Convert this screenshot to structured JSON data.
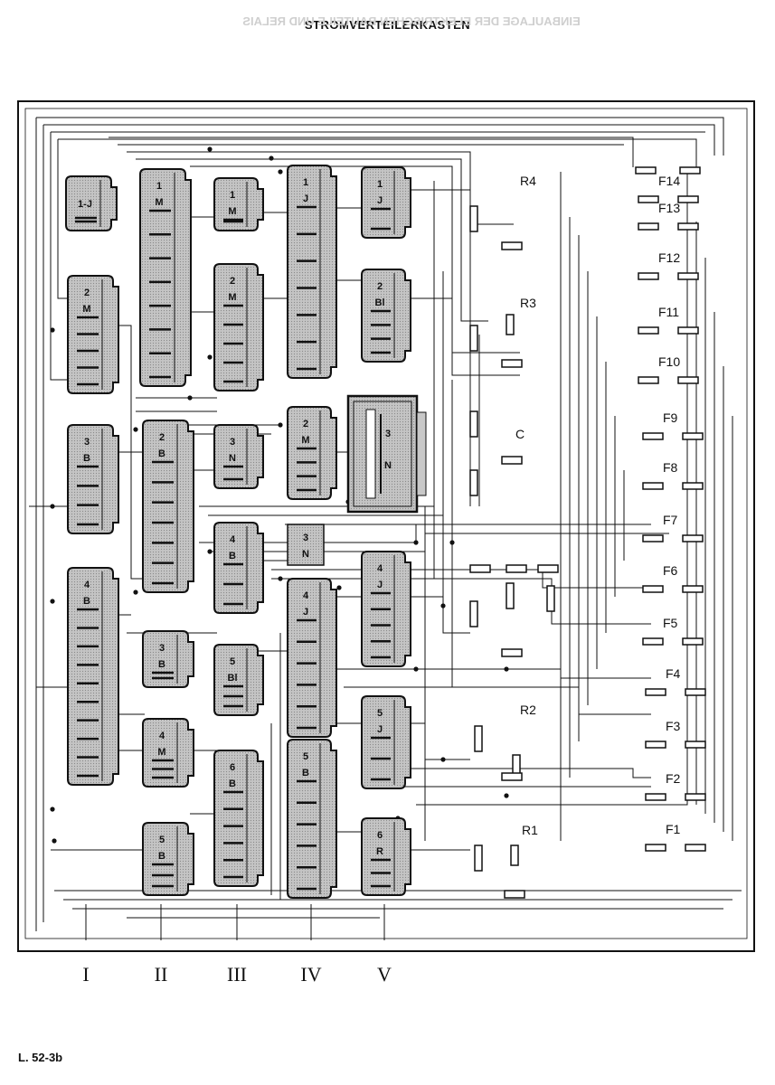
{
  "page": {
    "title": "STROMVERTEILERKASTEN",
    "footer": "L. 52-3b",
    "bleed_header": "EINBAULAGE DER ELEKTRISCHEN BAUTEILE UND RELAIS"
  },
  "connectors": [
    {
      "id": "1-J",
      "num": "1-J",
      "letter": ""
    },
    {
      "id": "2-M-left",
      "num": "2",
      "letter": "M"
    },
    {
      "id": "3-B-left",
      "num": "3",
      "letter": "B"
    },
    {
      "id": "4-B-left",
      "num": "4",
      "letter": "B"
    },
    {
      "id": "1-M-big",
      "num": "1",
      "letter": "M"
    },
    {
      "id": "2-B",
      "num": "2",
      "letter": "B"
    },
    {
      "id": "3-B-small",
      "num": "3",
      "letter": "B"
    },
    {
      "id": "4-M",
      "num": "4",
      "letter": "M"
    },
    {
      "id": "5-B-bottom",
      "num": "5",
      "letter": "B"
    },
    {
      "id": "1-M-small",
      "num": "1",
      "letter": "M"
    },
    {
      "id": "2-M-mid",
      "num": "2",
      "letter": "M"
    },
    {
      "id": "3-N-small",
      "num": "3",
      "letter": "N"
    },
    {
      "id": "4-B-mid",
      "num": "4",
      "letter": "B"
    },
    {
      "id": "5-Bl",
      "num": "5",
      "letter": "Bl"
    },
    {
      "id": "6-B",
      "num": "6",
      "letter": "B"
    },
    {
      "id": "1-J-col4",
      "num": "1",
      "letter": "J"
    },
    {
      "id": "2-M-col4",
      "num": "2",
      "letter": "M"
    },
    {
      "id": "3-N-tiny",
      "num": "3",
      "letter": "N"
    },
    {
      "id": "4-J-col4",
      "num": "4",
      "letter": "J"
    },
    {
      "id": "5-B-col4",
      "num": "5",
      "letter": "B"
    },
    {
      "id": "1-J-col5",
      "num": "1",
      "letter": "J"
    },
    {
      "id": "2-Bl",
      "num": "2",
      "letter": "Bl"
    },
    {
      "id": "3-N-big",
      "num": "3",
      "letter": "N"
    },
    {
      "id": "4-J-col5",
      "num": "4",
      "letter": "J"
    },
    {
      "id": "5-J",
      "num": "5",
      "letter": "J"
    },
    {
      "id": "6-R",
      "num": "6",
      "letter": "R"
    }
  ],
  "relays": [
    "R4",
    "R3",
    "C",
    "R2",
    "R1"
  ],
  "fuses": [
    "F14",
    "F13",
    "F12",
    "F11",
    "F10",
    "F9",
    "F8",
    "F7",
    "F6",
    "F5",
    "F4",
    "F3",
    "F2",
    "F1"
  ],
  "columns": [
    "I",
    "II",
    "III",
    "IV",
    "V"
  ],
  "colors": {
    "connector_fill": "#c8c8c8",
    "line": "#111111",
    "bleed": "#c8c8c8"
  }
}
